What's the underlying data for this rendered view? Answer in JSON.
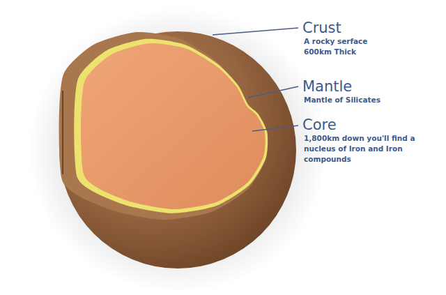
{
  "diagram": {
    "labels": [
      "Crust",
      "A rocky serface 600km Thick",
      "Mantle",
      "Mantle of Silicates",
      "Core",
      "1,800km down you'll find a nucleus of Iron and Iron compounds"
    ]
  }
}
